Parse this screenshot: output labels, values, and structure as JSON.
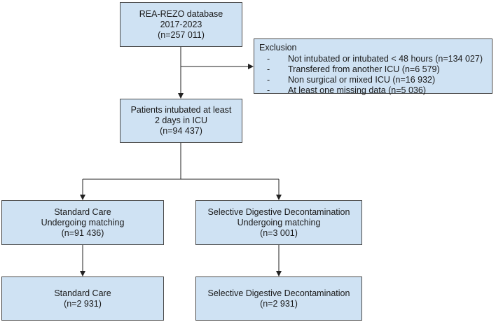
{
  "boxes": {
    "database": {
      "lines": [
        "REA-REZO database",
        "2017-2023",
        "(n=257 011)"
      ]
    },
    "exclusion": {
      "title": "Exclusion",
      "bullet": "-",
      "items": [
        "Not intubated or intubated < 48 hours (n=134 027)",
        "Transfered from another ICU (n=6 579)",
        "Non surgical or mixed ICU (n=16 932)",
        "At least one missing data (n=5 036)"
      ]
    },
    "intubated": {
      "lines": [
        "Patients intubated at least",
        "2 days in ICU",
        "(n=94 437)"
      ]
    },
    "standard_matching": {
      "lines": [
        "Standard Care",
        "Undergoing matching",
        "(n=91 436)"
      ]
    },
    "sdd_matching": {
      "lines": [
        "Selective Digestive Decontamination",
        "Undergoing matching",
        "(n=3 001)"
      ]
    },
    "standard_final": {
      "lines": [
        "Standard Care",
        "(n=2 931)"
      ]
    },
    "sdd_final": {
      "lines": [
        "Selective Digestive Decontamination",
        "(n=2 931)"
      ]
    }
  },
  "colors": {
    "box_fill": "#cfe2f3",
    "border": "#4a4a4a",
    "line": "#222222"
  }
}
